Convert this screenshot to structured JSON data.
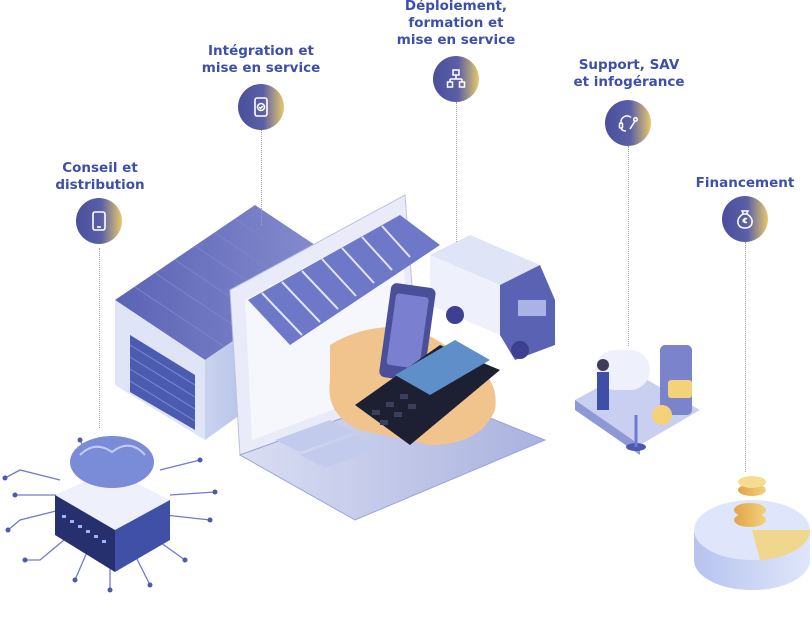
{
  "steps": [
    {
      "label": "Conseil et\ndistribution",
      "icon": "tablet-icon"
    },
    {
      "label": "Intégration et\nmise en service",
      "icon": "tablet-check-icon"
    },
    {
      "label": "Déploiement,\nformation et\nmise en service",
      "icon": "network-icon"
    },
    {
      "label": "Support, SAV\net infogérance",
      "icon": "headset-wrench-icon"
    },
    {
      "label": "Financement",
      "icon": "euro-bag-icon"
    }
  ],
  "colors": {
    "accent": "#3d4fa8",
    "gold": "#e8c96b"
  }
}
